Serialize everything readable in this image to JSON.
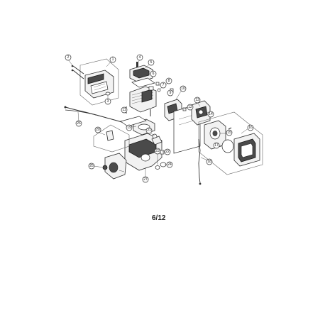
{
  "page_label": "6/12",
  "callouts": [
    "1",
    "2",
    "3",
    "4",
    "5",
    "6",
    "7",
    "8",
    "9",
    "10",
    "11",
    "12",
    "13",
    "14",
    "15",
    "16",
    "17",
    "18",
    "19",
    "20",
    "21",
    "22",
    "23",
    "24",
    "25",
    "26",
    "27"
  ]
}
